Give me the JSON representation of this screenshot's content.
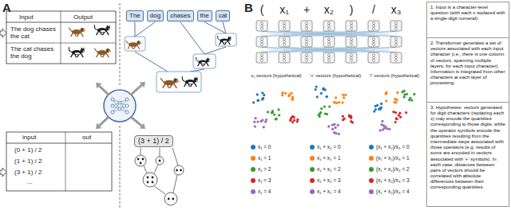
{
  "diagram": {
    "nodes": [
      {
        "text": [
          "The"
        ]
      },
      {
        "text": [
          "dog"
        ]
      },
      {
        "text": [
          "chases"
        ]
      },
      {
        "text": [
          "the"
        ]
      },
      {
        "text": [
          "cat"
        ]
      },
      {
        "text": [
          "(3 + 1) / 2"
        ]
      },
      {
        "text": [
          "1. Input is a character-level question (with each x replaced with a single-digit numeral)."
        ]
      },
      {
        "text": [
          "2. Transformer generates a set of vectors associated with each input character (i.e., there is one column of vectors, spanning multiple layers, for each input character). Information is integrated from other characters at each layer of processing."
        ]
      },
      {
        "text": [
          "3. Hypotheses: vectors generated for digit characters (replacing each x) may encode the quantities corresponding to those digits, while the operator symbols encode the quantities resulting from the intermediate steps associated with those operators (e.g. results of sums are encoded in vectors associated with '+' symbols). In each case, distances between pairs of vectors should be correlated with absolute differences between their corresponding quantities."
        ]
      }
    ],
    "labels": [
      "A",
      "Input",
      "Output",
      "The dog chases the cat",
      "The cat chases the dog",
      "input",
      "out",
      "(0 + 1) / 2",
      "(1 + 1) / 2",
      "(3 + 1) / 2",
      "...",
      "B",
      "(",
      "x₁",
      "+",
      "x₂",
      ")",
      "/",
      "x₃",
      "x₁ vectors (hypothetical)",
      "'+' vectors (hypothetical)",
      "'/' vectors (hypothetical)"
    ],
    "legend": [
      {
        "text": "x₁ = 0",
        "color": "#1f77b4"
      },
      {
        "text": "x₁ = 1",
        "color": "#ff7f0e"
      },
      {
        "text": "x₁ = 2",
        "color": "#2ca02c"
      },
      {
        "text": "x₁ = 3",
        "color": "#d62728"
      },
      {
        "text": "x₁ = 4",
        "color": "#9467bd"
      },
      {
        "text": "x₁ + x₂ = 0",
        "color": "#1f77b4"
      },
      {
        "text": "x₁ + x₂ = 1",
        "color": "#ff7f0e"
      },
      {
        "text": "x₁ + x₂ = 2",
        "color": "#2ca02c"
      },
      {
        "text": "x₁ + x₂ = 3",
        "color": "#d62728"
      },
      {
        "text": "x₁ + x₂ = 4",
        "color": "#9467bd"
      },
      {
        "text": "(x₁ + x₂)/x₃ = 0",
        "color": "#1f77b4"
      },
      {
        "text": "(x₁ + x₂)/x₃ = 1",
        "color": "#ff7f0e"
      },
      {
        "text": "(x₁ + x₂)/x₃ = 2",
        "color": "#2ca02c"
      },
      {
        "text": "(x₁ + x₂)/x₃ = 3",
        "color": "#d62728"
      },
      {
        "text": "(x₁ + x₂)/x₃ = 4",
        "color": "#9467bd"
      }
    ]
  }
}
